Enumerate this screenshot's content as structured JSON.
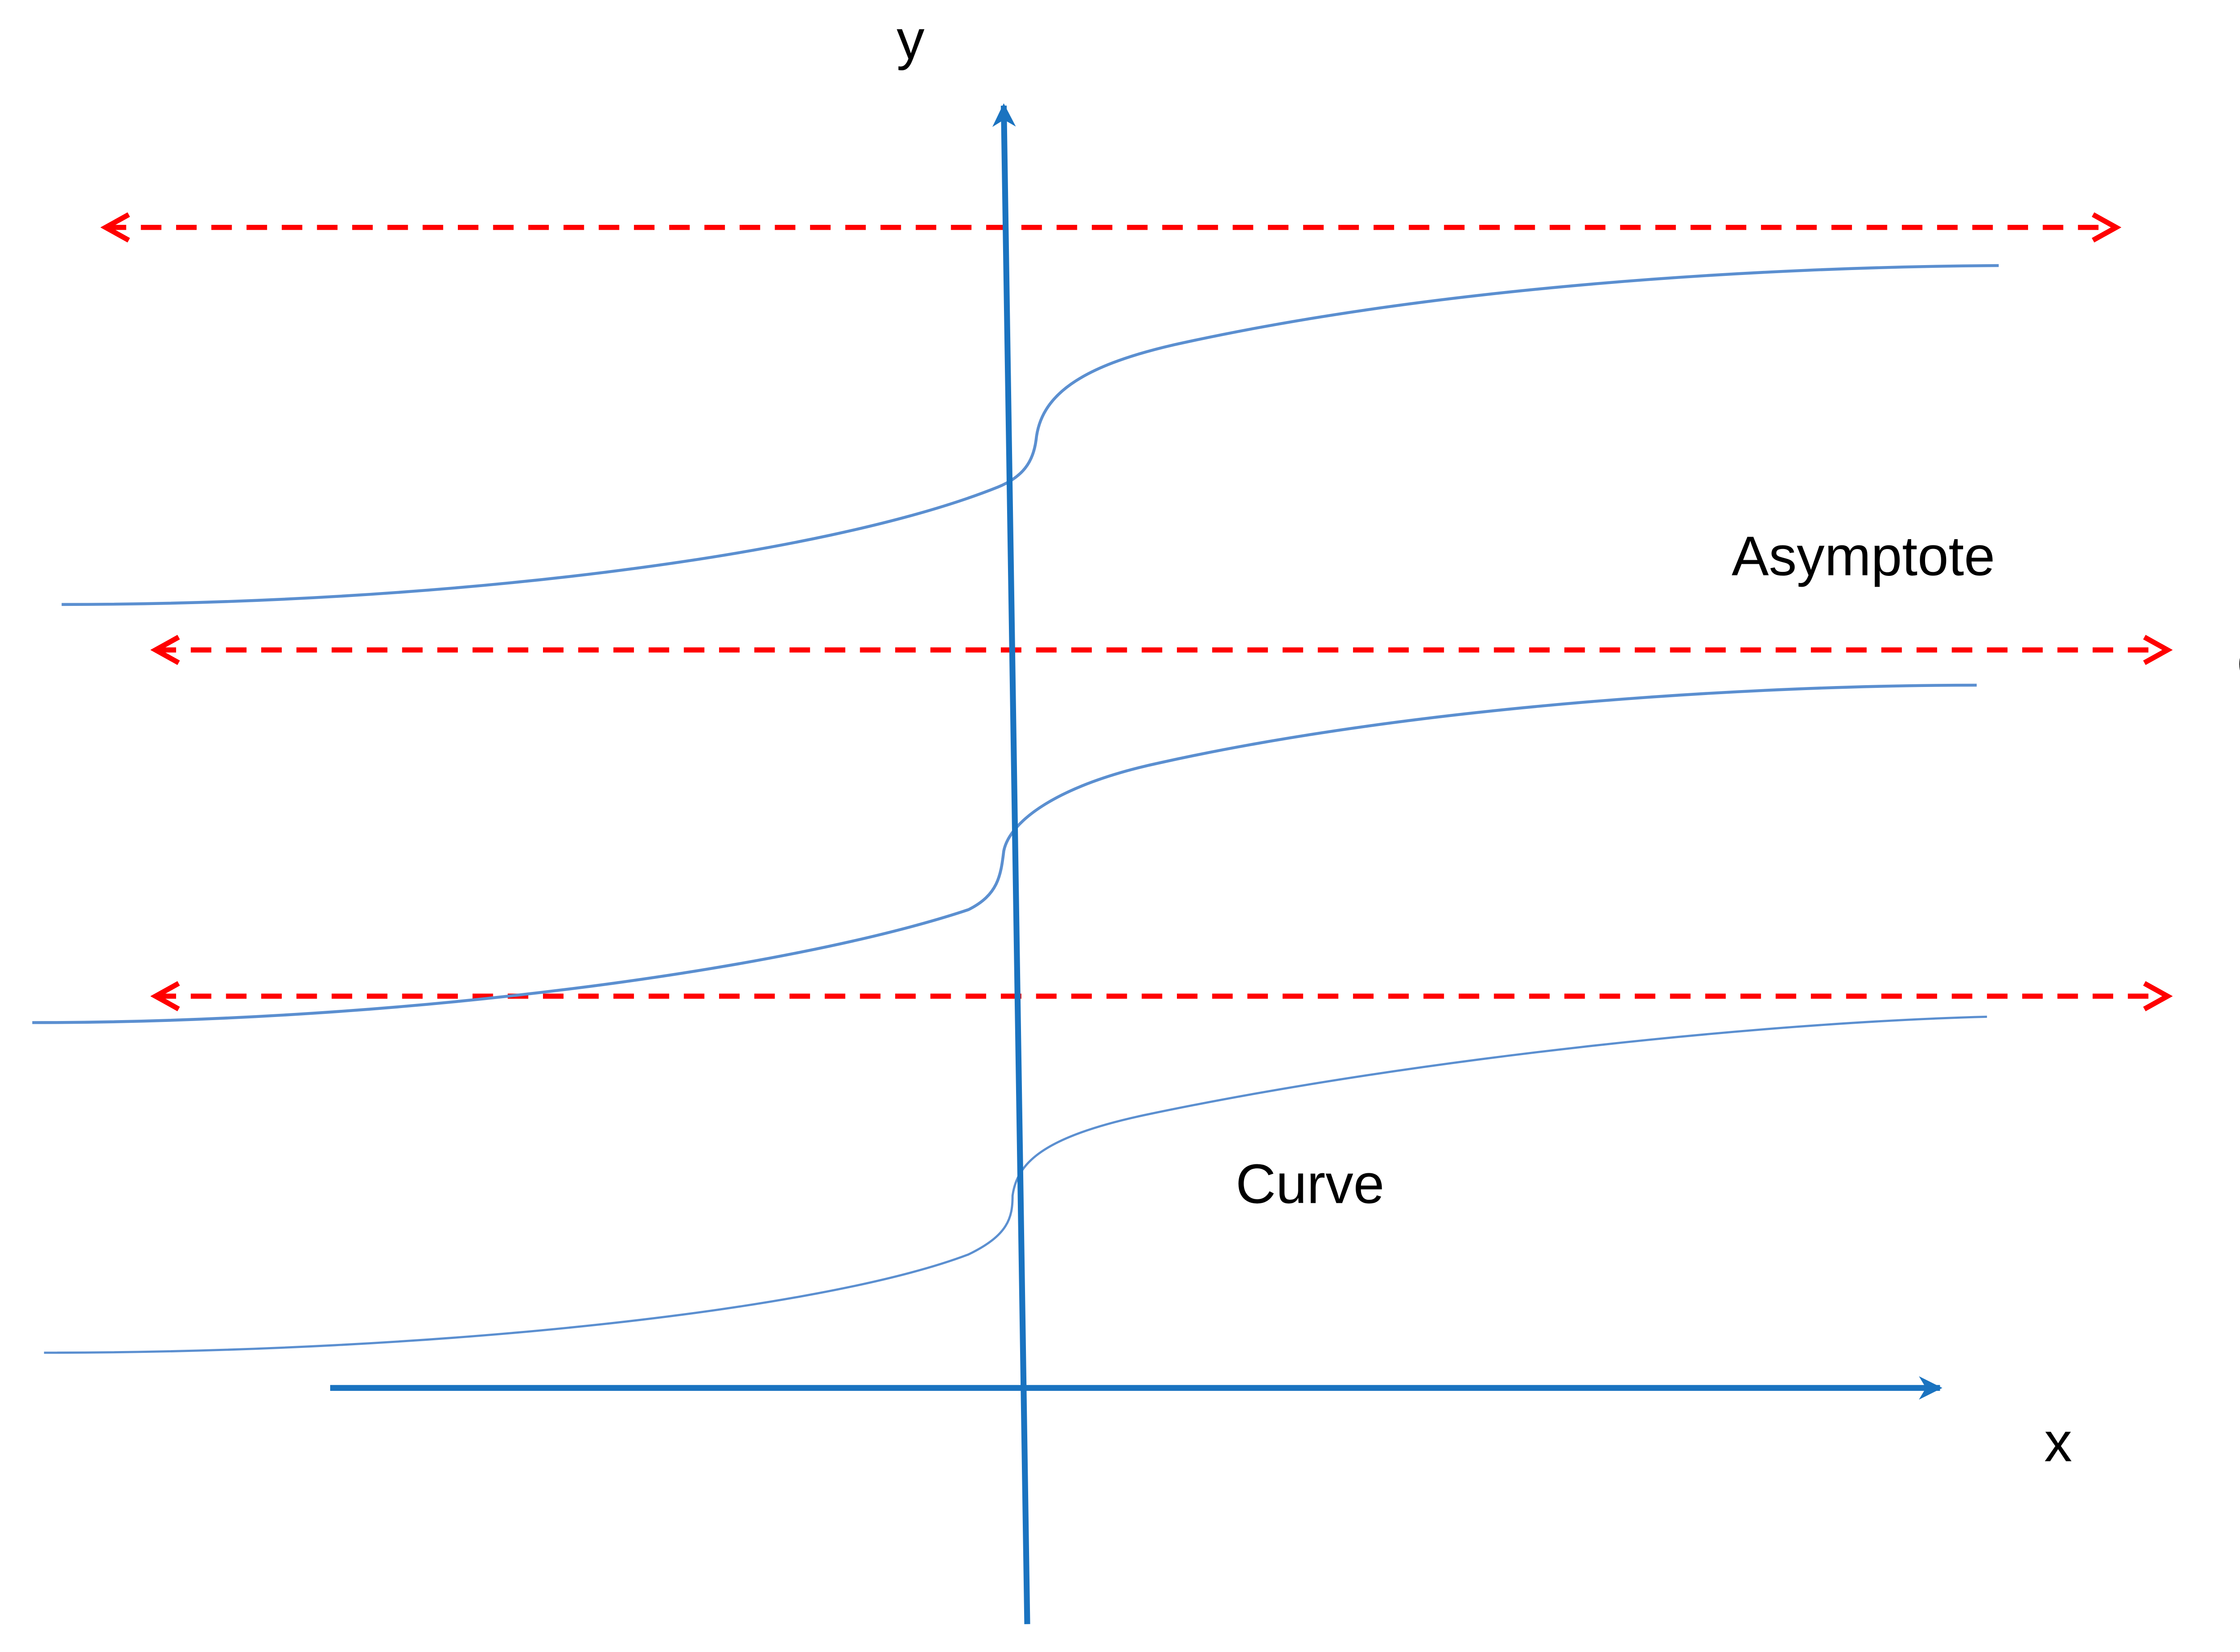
{
  "labels": {
    "y_axis": "y",
    "x_axis": "x",
    "asymptote": "Asymptote",
    "constant": "C",
    "curve": "Curve"
  },
  "colors": {
    "axis": "#1a73c0",
    "curve": "#5b8fd0",
    "asymptote": "#ff0000",
    "text": "#000000"
  }
}
